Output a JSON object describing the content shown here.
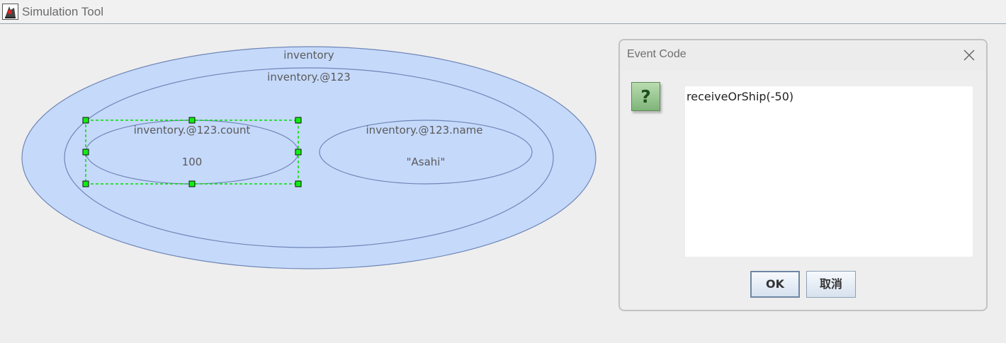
{
  "window": {
    "title": "Simulation Tool",
    "app_icon": "java-duke-icon"
  },
  "canvas": {
    "outer_ellipse_label": "inventory",
    "object_ellipse_label": "inventory.@123",
    "count_field": {
      "label": "inventory.@123.count",
      "value": "100",
      "selected": true
    },
    "name_field": {
      "label": "inventory.@123.name",
      "value": "\"Asahi\""
    },
    "colors": {
      "fill": "#c5d9fb",
      "stroke": "#6f86b6",
      "selection": "#00dd00"
    }
  },
  "dialog": {
    "title": "Event Code",
    "close_icon": "close-icon",
    "question_icon": "question-icon",
    "question_glyph": "?",
    "code": "receiveOrShip(-50)",
    "ok_label": "OK",
    "cancel_label": "取消"
  }
}
